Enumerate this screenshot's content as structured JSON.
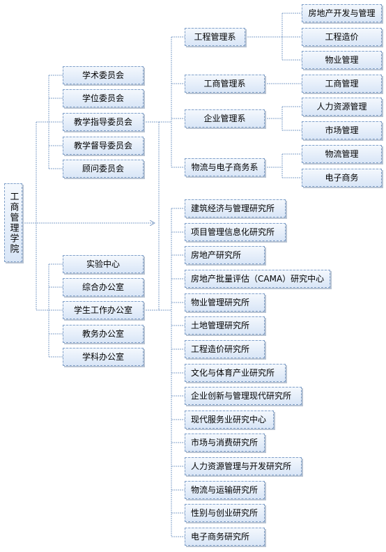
{
  "root": {
    "label": "工商管理学院"
  },
  "committees": [
    "学术委员会",
    "学位委员会",
    "教学指导委员会",
    "教学督导委员会",
    "顾问委员会"
  ],
  "offices": [
    "实验中心",
    "综合办公室",
    "学生工作办公室",
    "教务办公室",
    "学科办公室"
  ],
  "departments": [
    {
      "label": "工程管理系",
      "majors": [
        "房地产开发与管理",
        "工程造价",
        "物业管理"
      ]
    },
    {
      "label": "工商管理系",
      "majors": [
        "工商管理"
      ]
    },
    {
      "label": "企业管理系",
      "majors": [
        "人力资源管理",
        "市场管理"
      ]
    },
    {
      "label": "物流与电子商务系",
      "majors": [
        "物流管理",
        "电子商务"
      ]
    }
  ],
  "institutes": [
    "建筑经济与管理研究所",
    "项目管理信息化研究所",
    "房地产研究所",
    "房地产批量评估（CAMA）研究中心",
    "物业管理研究所",
    "土地管理研究所",
    "工程造价研究所",
    "文化与体育产业研究所",
    "企业创新与管理现代研究所",
    "现代服务业研究中心",
    "市场与消费研究所",
    "人力资源管理与开发研究所",
    "物流与运输研究所",
    "性别与创业研究所",
    "电子商务研究所"
  ],
  "colors": {
    "box_border": "#7f9fc8",
    "box_fill_top": "#f4f8fd",
    "box_fill_bottom": "#d9e6f7",
    "line": "#7f9fc8",
    "shadow": "#b7c3d3"
  }
}
